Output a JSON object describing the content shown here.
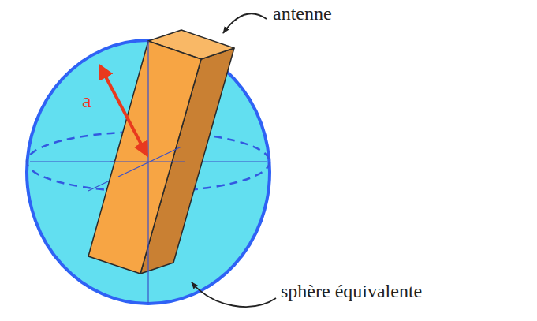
{
  "diagram": {
    "labels": [
      "antenne",
      "a",
      "sphère équivalente"
    ]
  }
}
